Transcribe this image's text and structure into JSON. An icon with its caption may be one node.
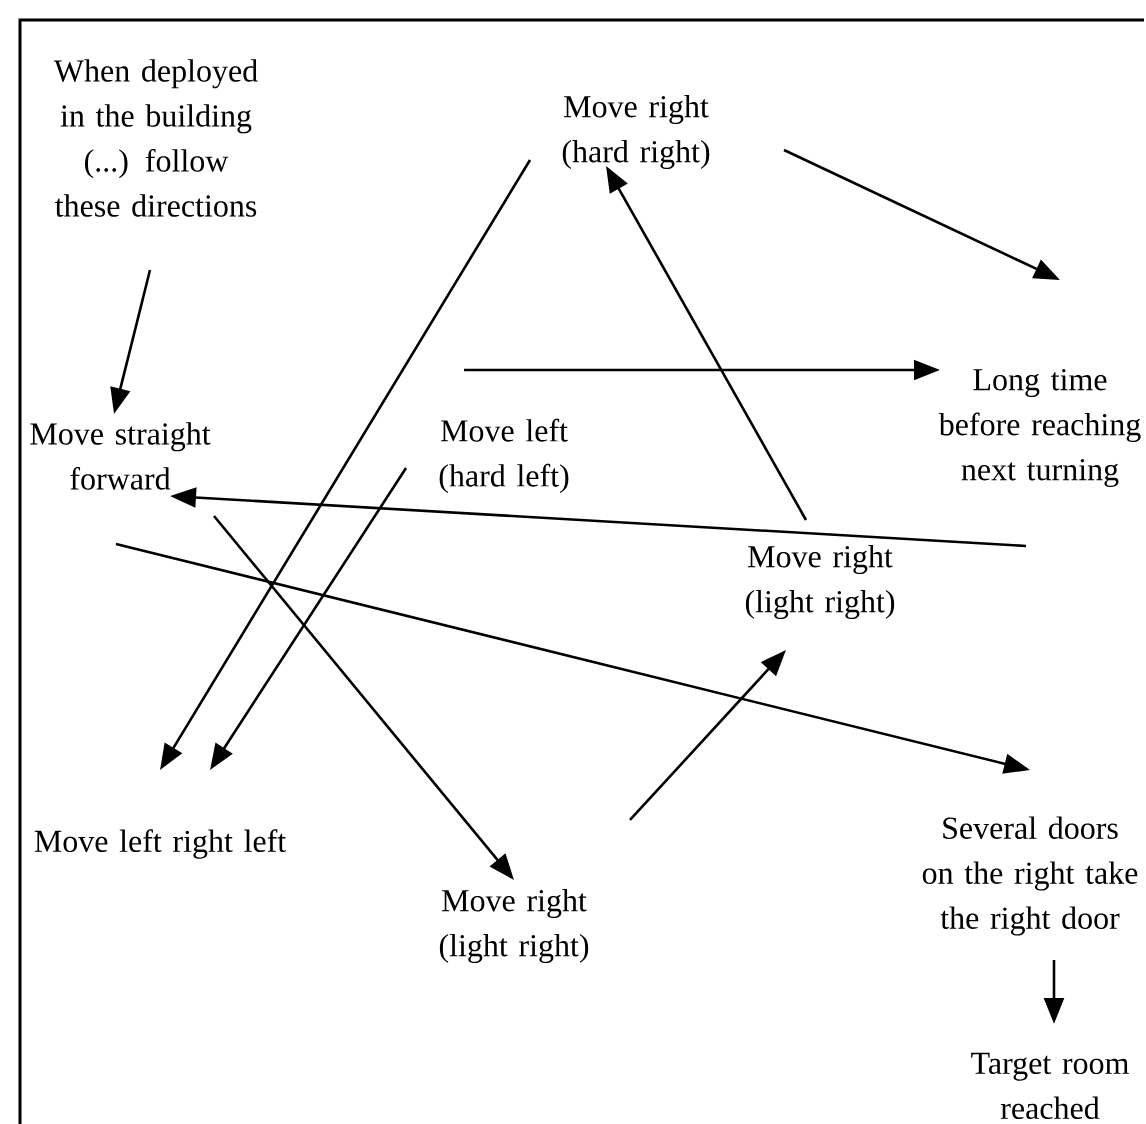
{
  "diagram": {
    "nodes": [
      {
        "text": [
          "When deployed in the building (...) follow these directions"
        ]
      },
      {
        "text": [
          "Move right (hard right)"
        ]
      },
      {
        "text": [
          "Move straight forward"
        ]
      },
      {
        "text": [
          "Move left (hard left)"
        ]
      },
      {
        "text": [
          "Long time before reaching next turning"
        ]
      },
      {
        "text": [
          "Move right (light right)"
        ]
      },
      {
        "text": [
          "Move left right left"
        ]
      },
      {
        "text": [
          "Move right (light right)"
        ]
      },
      {
        "text": [
          "Several doors on the right take the right door"
        ]
      },
      {
        "text": [
          "Target room reached"
        ]
      }
    ],
    "edges": [
      {
        "from": 0,
        "to": 2,
        "arrow": "to"
      },
      {
        "from": 1,
        "to": 6,
        "arrow": "to"
      },
      {
        "from": 3,
        "to": 6,
        "arrow": "to"
      },
      {
        "from": 2,
        "to": 7,
        "arrow": "to"
      },
      {
        "from": 1,
        "to": 4,
        "arrow": "to"
      },
      {
        "from": null,
        "to": 4,
        "arrow": "to"
      },
      {
        "from": 5,
        "to": 1,
        "arrow": "to"
      },
      {
        "from": 4,
        "to": 2,
        "arrow": "to"
      },
      {
        "from": 2,
        "to": 8,
        "arrow": "to"
      },
      {
        "from": 7,
        "to": 5,
        "arrow": "to"
      },
      {
        "from": 8,
        "to": 9,
        "arrow": "to"
      }
    ]
  }
}
